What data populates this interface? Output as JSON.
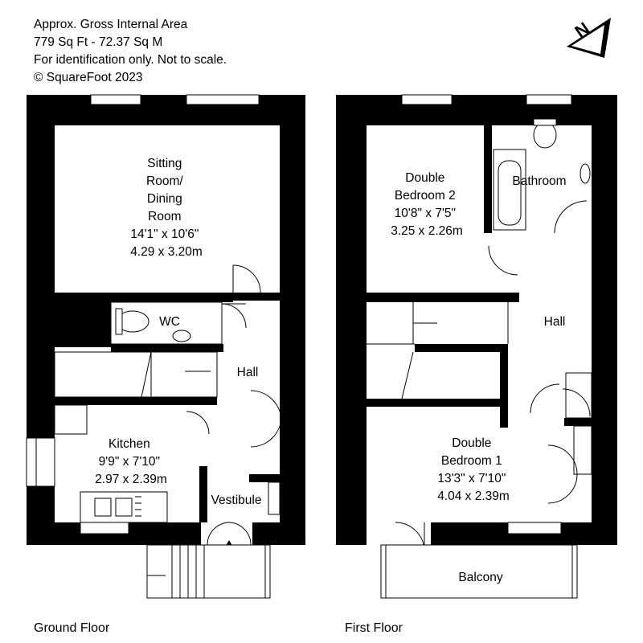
{
  "header": {
    "area_title": "Approx. Gross Internal Area",
    "area_values": "779 Sq Ft  -  72.37 Sq M",
    "disclaimer": "For identification only. Not to scale.",
    "copyright": "© SquareFoot 2023"
  },
  "compass": {
    "letter": "N"
  },
  "floors": [
    {
      "label": "Ground Floor",
      "rooms": {
        "sitting": [
          "Sitting",
          "Room/",
          "Dining",
          "Room",
          "14'1\" x 10'6\"",
          "4.29 x 3.20m"
        ],
        "wc": [
          "WC"
        ],
        "hall": [
          "Hall"
        ],
        "kitchen": [
          "Kitchen",
          "9'9\" x 7'10\"",
          "2.97 x 2.39m"
        ],
        "vestibule": [
          "Vestibule"
        ]
      }
    },
    {
      "label": "First Floor",
      "rooms": {
        "bedroom2": [
          "Double",
          "Bedroom 2",
          "10'8\" x 7'5\"",
          "3.25 x 2.26m"
        ],
        "bathroom": [
          "Bathroom"
        ],
        "hall": [
          "Hall"
        ],
        "bedroom1": [
          "Double",
          "Bedroom 1",
          "13'3\" x 7'10\"",
          "4.04 x 2.39m"
        ],
        "balcony": [
          "Balcony"
        ]
      }
    }
  ]
}
